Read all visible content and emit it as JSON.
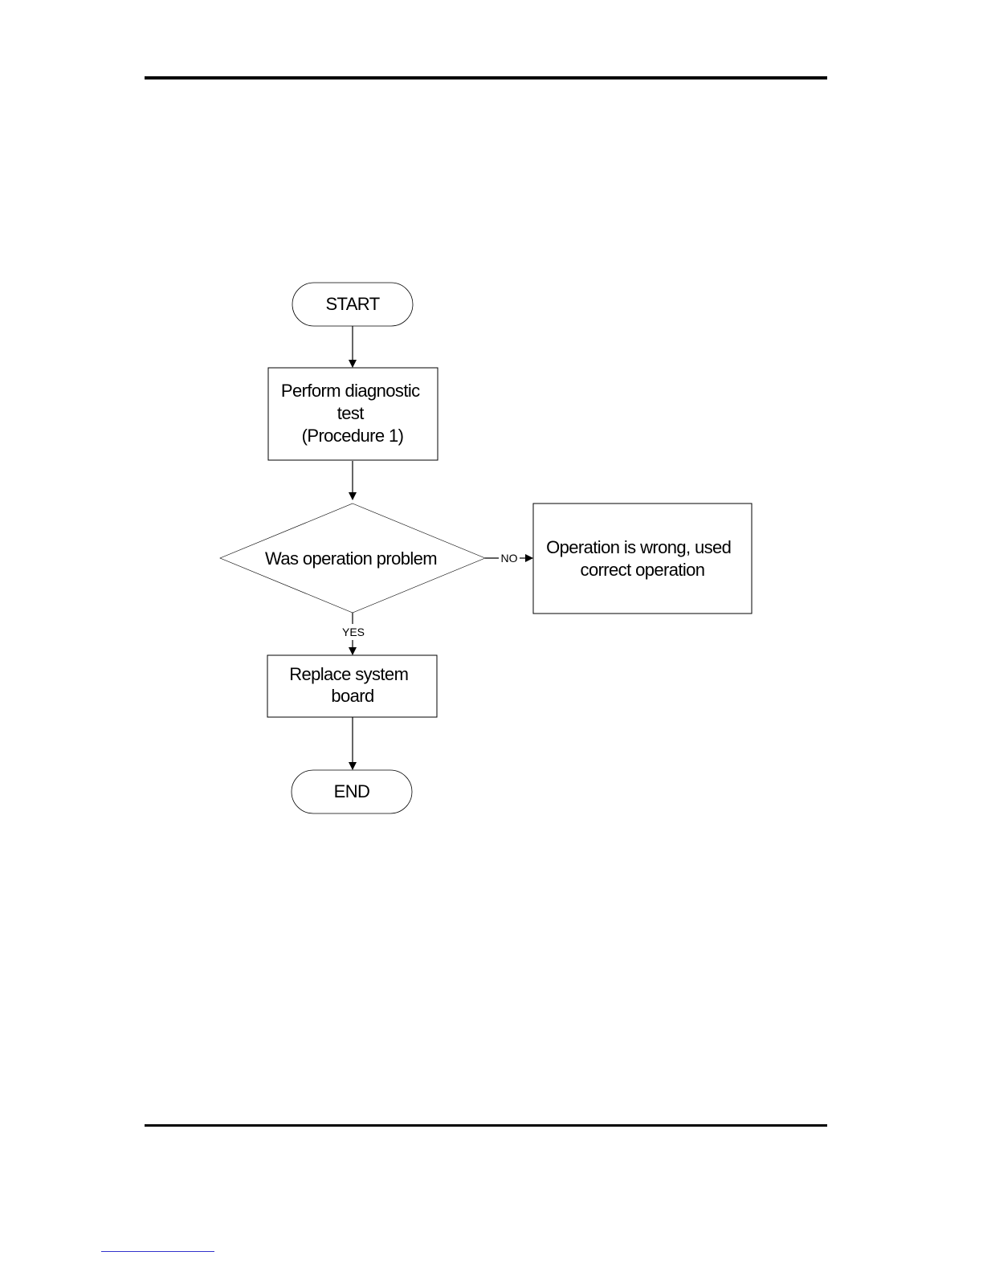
{
  "flowchart": {
    "start": {
      "label": "START"
    },
    "diagnostic": {
      "lines": [
        "Perform diagnostic",
        "test",
        "(Procedure 1)"
      ]
    },
    "decision": {
      "label": "Was operation problem"
    },
    "wrong_operation": {
      "lines": [
        "Operation is wrong, used",
        "correct operation"
      ]
    },
    "replace": {
      "lines": [
        "Replace system",
        "board"
      ]
    },
    "end": {
      "label": "END"
    },
    "edges": {
      "no_label": "NO",
      "yes_label": "YES"
    }
  }
}
